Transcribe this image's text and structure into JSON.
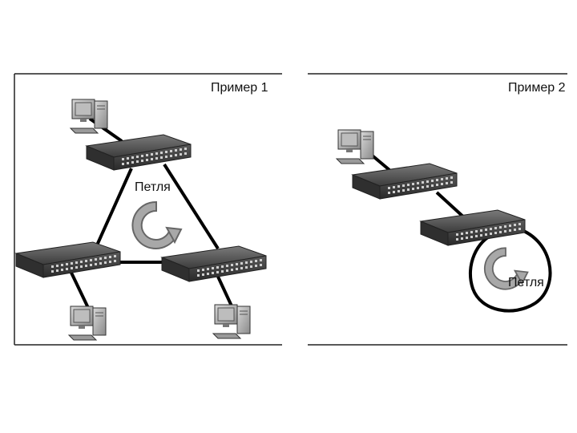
{
  "panels": [
    {
      "title": "Пример 1",
      "loop_label": "Петля"
    },
    {
      "title": "Пример 2",
      "loop_label": "Петля"
    }
  ]
}
